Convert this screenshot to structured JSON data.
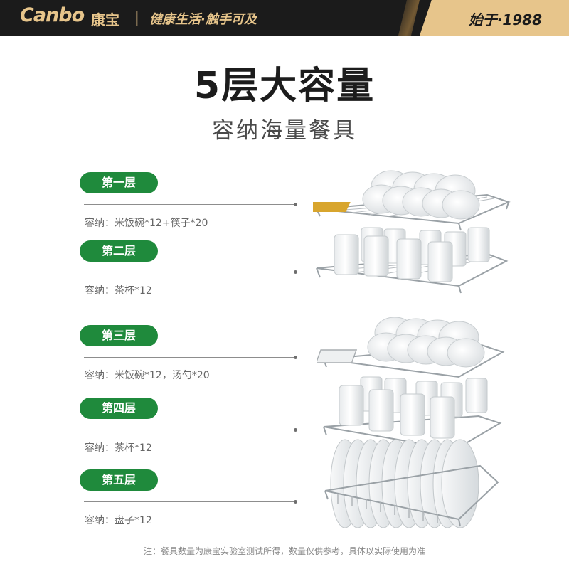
{
  "header": {
    "brand_en": "Canbo",
    "brand_cn": "康宝",
    "separator": "|",
    "slogan": "健康生活·触手可及",
    "since": "始于·1988"
  },
  "title": "5层大容量",
  "subtitle": "容纳海量餐具",
  "layers": [
    {
      "label": "第一层",
      "capacity": "容纳：米饭碗*12+筷子*20"
    },
    {
      "label": "第二层",
      "capacity": "容纳：茶杯*12"
    },
    {
      "label": "第三层",
      "capacity": "容纳：米饭碗*12，汤勺*20"
    },
    {
      "label": "第四层",
      "capacity": "容纳：茶杯*12"
    },
    {
      "label": "第五层",
      "capacity": "容纳：盘子*12"
    }
  ],
  "note": "注：餐具数量为康宝实验室测试所得，数量仅供参考，具体以实际使用为准",
  "colors": {
    "accent": "#1f8a3c",
    "gold": "#e7c58b",
    "dark": "#1b1b1b"
  }
}
